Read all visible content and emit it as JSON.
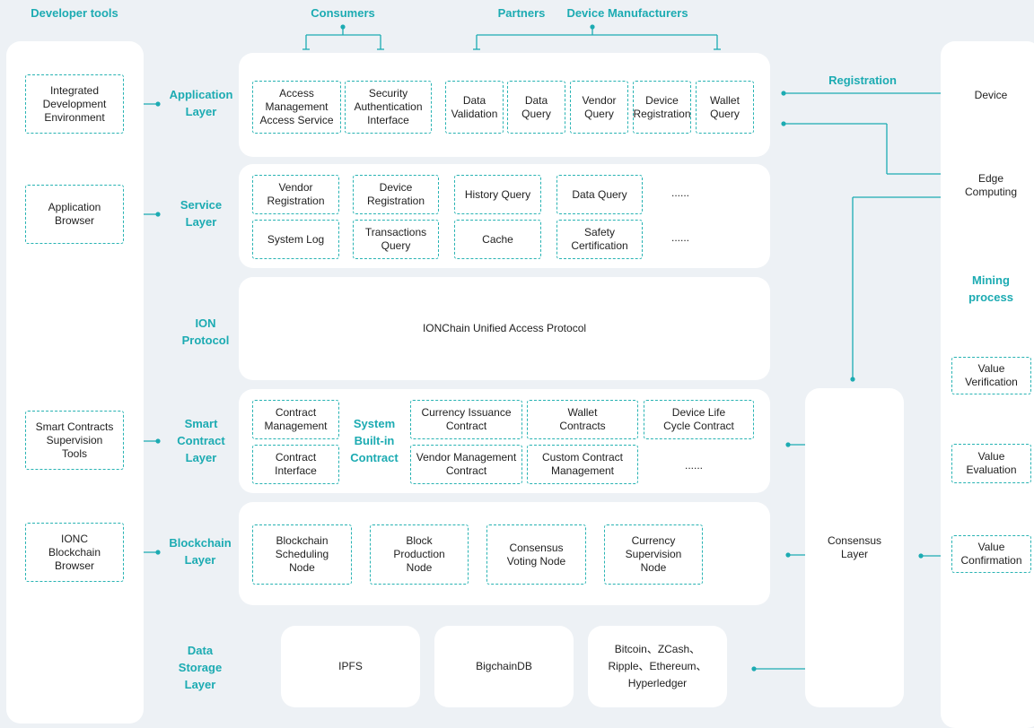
{
  "headers": {
    "developer_tools": "Developer tools",
    "consumers": "Consumers",
    "partners": "Partners",
    "device_manufacturers": "Device Manufacturers"
  },
  "dev_tools": [
    "Integrated\nDevelopment\nEnvironment",
    "Application\nBrowser",
    "Smart Contracts\nSupervision\nTools",
    "IONC\nBlockchain\nBrowser"
  ],
  "layer_labels": {
    "application": "Application\nLayer",
    "service": "Service\nLayer",
    "ion": "ION\nProtocol",
    "smart_contract": "Smart\nContract\nLayer",
    "blockchain": "Blockchain\nLayer",
    "data_storage": "Data\nStorage\nLayer"
  },
  "application_layer": [
    "Access\nManagement\nAccess Service",
    "Security\nAuthentication\nInterface",
    "Data\nValidation",
    "Data\nQuery",
    "Vendor\nQuery",
    "Device\nRegistration",
    "Wallet\nQuery"
  ],
  "service_layer": [
    "Vendor\nRegistration",
    "Device\nRegistration",
    "History Query",
    "Data Query",
    "System Log",
    "Transactions\nQuery",
    "Cache",
    "Safety\nCertification"
  ],
  "ellipsis": "......",
  "ion_protocol": "IONChain Unified Access Protocol",
  "smart_contract_layer": {
    "system_builtin": "System\nBuilt-in\nContract",
    "items": [
      "Contract\nManagement",
      "Contract\nInterface",
      "Currency Issuance\nContract",
      "Vendor Management\nContract",
      "Wallet\nContracts",
      "Custom Contract\nManagement",
      "Device Life\nCycle Contract"
    ]
  },
  "blockchain_layer": [
    "Blockchain\nScheduling\nNode",
    "Block\nProduction\nNode",
    "Consensus\nVoting Node",
    "Currency\nSupervision\nNode"
  ],
  "data_storage": [
    "IPFS",
    "BigchainDB",
    "Bitcoin、ZCash、\nRipple、Ethereum、\nHyperledger"
  ],
  "consensus_layer": "Consensus\nLayer",
  "registration": "Registration",
  "right_panel": {
    "device": "Device",
    "edge_computing": "Edge\nComputing",
    "mining_process": "Mining\nprocess",
    "steps": [
      "Value\nVerification",
      "Value\nEvaluation",
      "Value\nConfirmation"
    ]
  },
  "colors": {
    "accent": "#1cabb2",
    "panel": "#ffffff",
    "background": "#edf1f5"
  }
}
